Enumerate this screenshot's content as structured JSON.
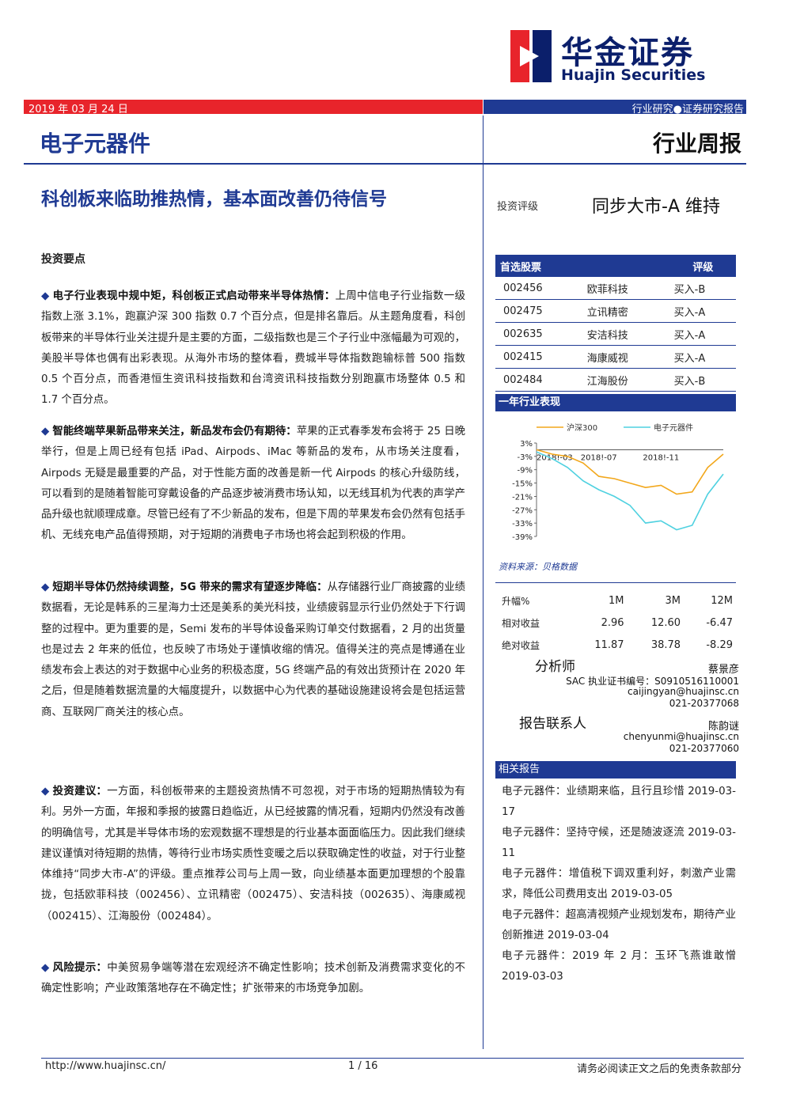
{
  "logo": {
    "cn": "华金证券",
    "en": "Huajin Securities"
  },
  "header": {
    "date": "2019 年 03 月 24 日",
    "report_type": "行业研究●证券研究报告",
    "sector": "电子元器件",
    "weekly": "行业周报"
  },
  "title": "科创板来临助推热情，基本面改善仍待信号",
  "rating": {
    "label": "投资评级",
    "value": "同步大市-A 维持"
  },
  "invest_key": "投资要点",
  "paras": [
    {
      "lead": "电子行业表现中规中矩，科创板正式启动带来半导体热情：",
      "body": "上周中信电子行业指数一级指数上涨 3.1%，跑赢沪深 300 指数 0.7 个百分点，但是排名靠后。从主题角度看，科创板带来的半导体行业关注提升是主要的方面，二级指数也是三个子行业中涨幅最为可观的，美股半导体也偶有出彩表现。从海外市场的整体看，费城半导体指数跑输标普 500 指数 0.5 个百分点，而香港恒生资讯科技指数和台湾资讯科技指数分别跑赢市场整体 0.5 和 1.7 个百分点。"
    },
    {
      "lead": "智能终端苹果新品带来关注，新品发布会仍有期待：",
      "body": "苹果的正式春季发布会将于 25 日晚举行，但是上周已经有包括 iPad、Airpods、iMac 等新品的发布，从市场关注度看，Airpods 无疑是最重要的产品，对于性能方面的改善是新一代 Airpods 的核心升级防线，可以看到的是随着智能可穿戴设备的产品逐步被消费市场认知，以无线耳机为代表的声学产品升级也就顺理成章。尽管已经有了不少新品的发布，但是下周的苹果发布会仍然有包括手机、无线充电产品值得预期，对于短期的消费电子市场也将会起到积极的作用。"
    },
    {
      "lead": "短期半导体仍然持续调整，5G 带来的需求有望逐步降临：",
      "body": "从存储器行业厂商披露的业绩数据看，无论是韩系的三星海力士还是美系的美光科技，业绩疲弱显示行业仍然处于下行调整的过程中。更为重要的是，Semi 发布的半导体设备采购订单交付数据看，2 月的出货量也是过去 2 年来的低位，也反映了市场处于谨慎收缩的情况。值得关注的亮点是博通在业绩发布会上表达的对于数据中心业务的积极态度，5G 终端产品的有效出货预计在 2020 年之后，但是随着数据流量的大幅度提升，以数据中心为代表的基础设施建设将会是包括运营商、互联网厂商关注的核心点。"
    },
    {
      "lead": "投资建议：",
      "body": "一方面，科创板带来的主题投资热情不可忽视，对于市场的短期热情较为有利。另外一方面，年报和季报的披露日趋临近，从已经披露的情况看，短期内仍然没有改善的明确信号，尤其是半导体市场的宏观数据不理想是的行业基本面面临压力。因此我们继续建议谨慎对待短期的热情，等待行业市场实质性变暖之后以获取确定性的收益，对于行业整体维持“同步大市-A”的评级。重点推荐公司与上周一致，向业绩基本面更加理想的个股靠拢，包括欧菲科技（002456）、立讯精密（002475）、安洁科技（002635）、海康威视（002415）、江海股份（002484）。"
    },
    {
      "lead": "风险提示：",
      "body": "中美贸易争端等潜在宏观经济不确定性影响；技术创新及消费需求变化的不确定性影响；产业政策落地存在不确定性；扩张带来的市场竞争加剧。"
    }
  ],
  "stock_table": {
    "headers": [
      "首选股票",
      "评级"
    ],
    "rows": [
      {
        "code": "002456",
        "name": "欧菲科技",
        "rating": "买入-B"
      },
      {
        "code": "002475",
        "name": "立讯精密",
        "rating": "买入-A"
      },
      {
        "code": "002635",
        "name": "安洁科技",
        "rating": "买入-A"
      },
      {
        "code": "002415",
        "name": "海康威视",
        "rating": "买入-A"
      },
      {
        "code": "002484",
        "name": "江海股份",
        "rating": "买入-B"
      }
    ]
  },
  "chart_section_title": "一年行业表现",
  "chart_data": {
    "type": "line",
    "x": [
      "2018-03",
      "2018-04",
      "2018-05",
      "2018-06",
      "2018-07",
      "2018-08",
      "2018-09",
      "2018-10",
      "2018-11",
      "2018-12",
      "2019-01",
      "2019-02",
      "2019-03"
    ],
    "xticks": [
      "2018!-03",
      "2018!-07",
      "2018!-11"
    ],
    "yticks": [
      "3%",
      "-3%",
      "-9%",
      "-15%",
      "-21%",
      "-27%",
      "-33%",
      "-39%"
    ],
    "ylim": [
      -39,
      3
    ],
    "series": [
      {
        "name": "沪深300",
        "color": "#f2a71b",
        "values": [
          0,
          -2,
          -3,
          -6,
          -12,
          -13,
          -15,
          -17,
          -16,
          -20,
          -19,
          -8,
          -2
        ]
      },
      {
        "name": "电子元器件",
        "color": "#4fd1e0",
        "values": [
          -1,
          -4,
          -8,
          -14,
          -18,
          -21,
          -25,
          -33,
          -32,
          -36,
          -34,
          -20,
          -11
        ]
      }
    ],
    "source": "资料来源：贝格数据"
  },
  "perf": {
    "headers": [
      "升幅%",
      "1M",
      "3M",
      "12M"
    ],
    "rows": [
      {
        "label": "相对收益",
        "m1": "2.96",
        "m3": "12.60",
        "m12": "-6.47"
      },
      {
        "label": "绝对收益",
        "m1": "11.87",
        "m3": "38.78",
        "m12": "-8.29"
      }
    ]
  },
  "analyst": {
    "label": "分析师",
    "name": "蔡景彦",
    "sac": "SAC 执业证书编号：S0910516110001",
    "email": "caijingyan@huajinsc.cn",
    "phone": "021-20377068"
  },
  "contact": {
    "label": "报告联系人",
    "name": "陈韵谜",
    "email": "chenyunmi@huajinsc.cn",
    "phone": "021-20377060"
  },
  "related": {
    "title": "相关报告",
    "items": [
      "电子元器件：业绩期来临，且行且珍惜 2019-03-17",
      "电子元器件：坚持守候，还是随波逐流 2019-03-11",
      "电子元器件：增值税下调双重利好，刺激产业需求，降低公司费用支出 2019-03-05",
      "电子元器件：超高清视频产业规划发布，期待产业创新推进 2019-03-04",
      "电子元器件：2019 年 2 月：玉环飞燕谁敢憎 2019-03-03"
    ]
  },
  "footer": {
    "url": "http://www.huajinsc.cn/",
    "page": "1 / 16",
    "disclaimer": "请务必阅读正文之后的免责条款部分"
  }
}
